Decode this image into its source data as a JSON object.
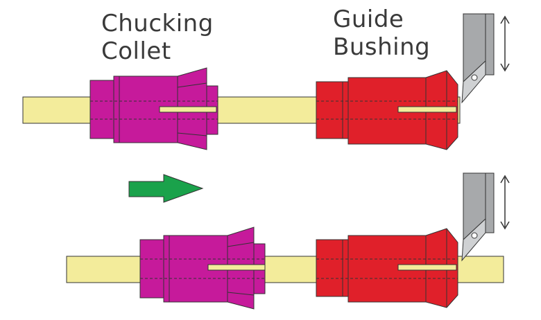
{
  "labels": {
    "chucking_collet_line1": "Chucking",
    "chucking_collet_line2": "Collet",
    "guide_bushing_line1": "Guide",
    "guide_bushing_line2": "Bushing"
  },
  "colors": {
    "bar_stock": "#f3ec9b",
    "chucking_collet": "#c61a9b",
    "guide_bushing": "#e0202a",
    "cutting_tool": "#a7a9ab",
    "tool_insert": "#cfd1d3",
    "arrow": "#1aa24b",
    "outline": "#333333"
  },
  "icons": {
    "feed_arrow": "right-arrow-icon",
    "tool_travel": "double-vertical-arrow-icon"
  }
}
